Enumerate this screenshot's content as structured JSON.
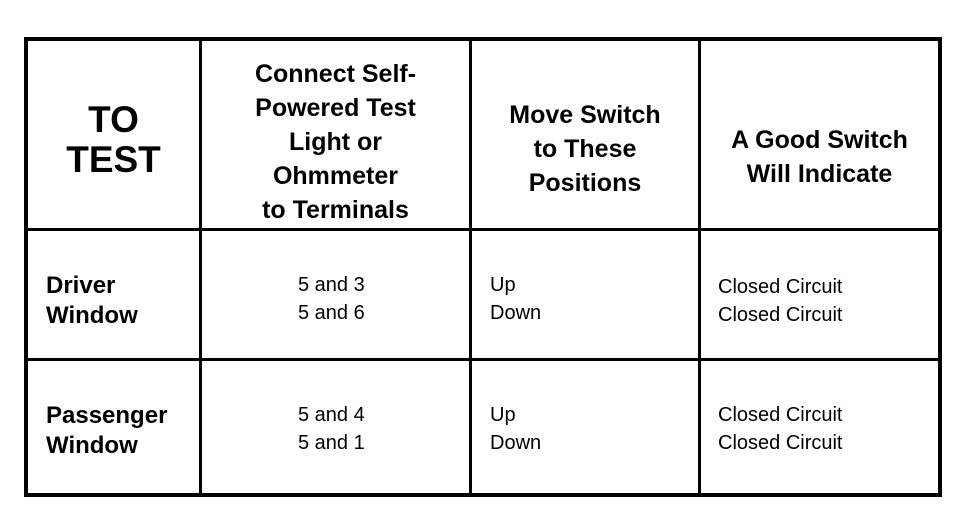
{
  "table": {
    "headers": {
      "to_test": "TO\nTEST",
      "connect": "Connect Self-\nPowered Test\nLight or\nOhmmeter\nto Terminals",
      "move": "Move Switch\nto These\nPositions",
      "good": "A Good Switch\nWill Indicate"
    },
    "rows": [
      {
        "label": "Driver\nWindow",
        "terminals": "5 and 3\n5 and 6",
        "positions": "Up\nDown",
        "indicate": "Closed Circuit\nClosed Circuit"
      },
      {
        "label": "Passenger\nWindow",
        "terminals": "5 and 4\n5 and 1",
        "positions": "Up\nDown",
        "indicate": "Closed Circuit\nClosed Circuit"
      }
    ]
  }
}
